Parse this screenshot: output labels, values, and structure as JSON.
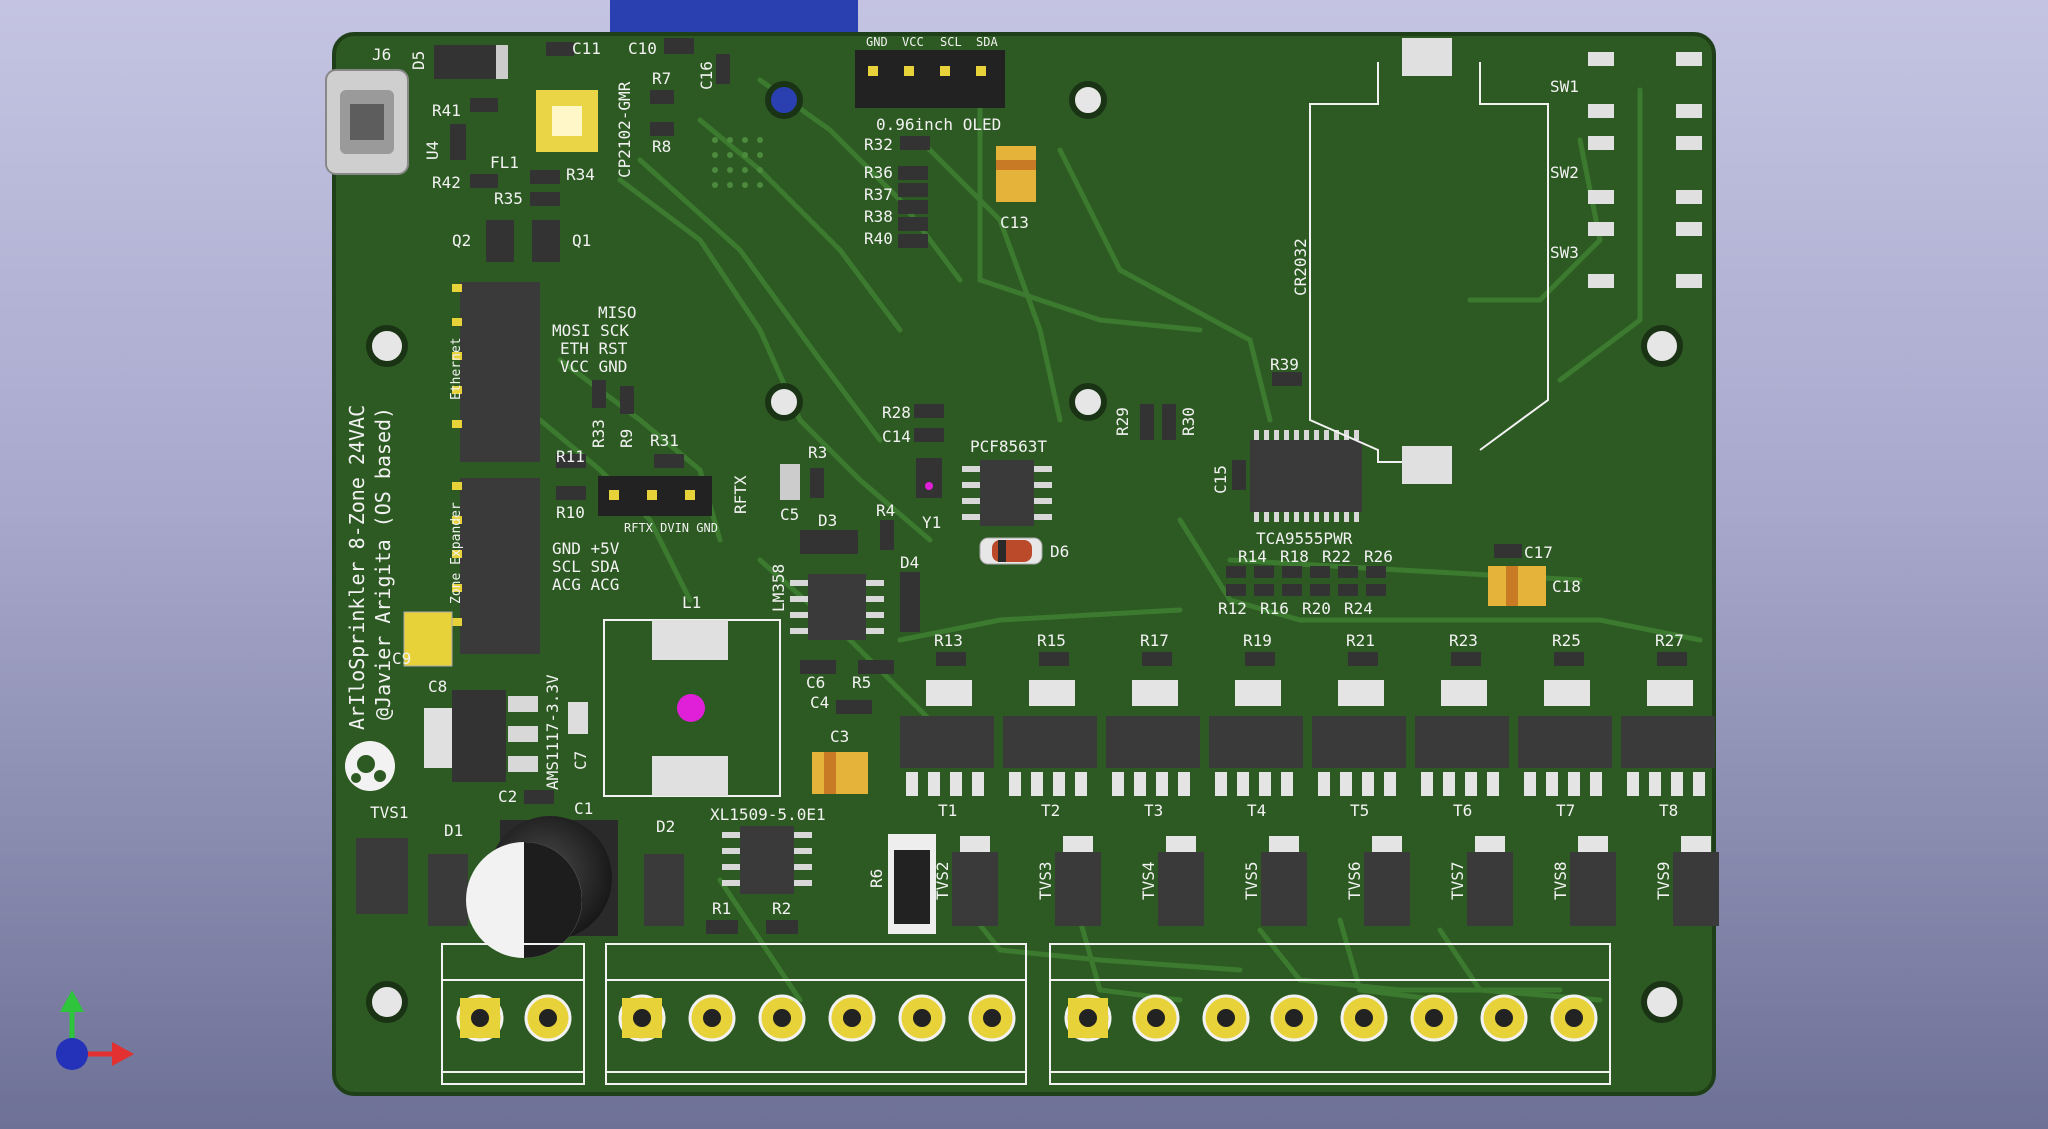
{
  "board": {
    "vertical_text_line1": "ArIloSprinkler 8-Zone 24VAC",
    "vertical_text_line2": "@Javier Arigita (OS based)"
  },
  "refs": {
    "J6": "J6",
    "D5": "D5",
    "C11": "C11",
    "C10": "C10",
    "C16": "C16",
    "R7": "R7",
    "R8": "R8",
    "R41": "R41",
    "R42": "R42",
    "U4": "U4",
    "FL1": "FL1",
    "R34": "R34",
    "R35": "R35",
    "CP2102": "CP2102-GMR",
    "Q1": "Q1",
    "Q2": "Q2",
    "R32": "R32",
    "R36": "R36",
    "R37": "R37",
    "R38": "R38",
    "R40": "R40",
    "C13": "C13",
    "R33": "R33",
    "R9": "R9",
    "R31": "R31",
    "R11": "R11",
    "R10": "R10",
    "R3": "R3",
    "C5": "C5",
    "R28": "R28",
    "C14": "C14",
    "R4": "R4",
    "D3": "D3",
    "D4": "D4",
    "PCF8563T": "PCF8563T",
    "Y1": "Y1",
    "D6": "D6",
    "LM358": "LM358",
    "C6": "C6",
    "R5": "R5",
    "C4": "C4",
    "C3": "C3",
    "L1": "L1",
    "R29": "R29",
    "R30": "R30",
    "C15": "C15",
    "R39": "R39",
    "TCA9555PWR": "TCA9555PWR",
    "R14": "R14",
    "R18": "R18",
    "R22": "R22",
    "R26": "R26",
    "R12": "R12",
    "R16": "R16",
    "R20": "R20",
    "R24": "R24",
    "C17": "C17",
    "C18": "C18",
    "CR2032": "CR2032",
    "SW1": "SW1",
    "SW2": "SW2",
    "SW3": "SW3",
    "C9": "C9",
    "C8": "C8",
    "C7": "C7",
    "C2": "C2",
    "C1": "C1",
    "AMS1117": "AMS1117-3.3V",
    "TVS1": "TVS1",
    "D1": "D1",
    "D2": "D2",
    "XL1509": "XL1509-5.0E1",
    "R1": "R1",
    "R2": "R2",
    "R6": "R6"
  },
  "oled": {
    "label": "0.96inch OLED",
    "pins": [
      "GND",
      "VCC",
      "SCL",
      "SDA"
    ]
  },
  "ethernet_header": {
    "label": "Ethernet",
    "rows": [
      "MOSI SCK",
      "ETH RST",
      "VCC GND"
    ],
    "top": "MISO"
  },
  "zone_expander_header": {
    "label": "Zone Expander",
    "rows": [
      "GND +5V",
      "SCL SDA",
      "ACG ACG"
    ]
  },
  "rftx_header": {
    "label": "RFTX",
    "pins_label": "RFTX DVIN GND"
  },
  "drive_stage": {
    "resistors": [
      "R13",
      "R15",
      "R17",
      "R19",
      "R21",
      "R23",
      "R25",
      "R27"
    ],
    "triacs": [
      "T1",
      "T2",
      "T3",
      "T4",
      "T5",
      "T6",
      "T7",
      "T8"
    ],
    "tvs": [
      "TVS2",
      "TVS3",
      "TVS4",
      "TVS5",
      "TVS6",
      "TVS7",
      "TVS8",
      "TVS9"
    ]
  },
  "colors": {
    "pcb": "#2d5a22",
    "pcb_edge": "#1f3f18",
    "trace": "#3c7a30",
    "silk": "#f2f2f2",
    "ic": "#3a3a3a",
    "pad": "#d8d8d8",
    "gold": "#e8d23a",
    "cap_tan": "#e6b33a",
    "magenta": "#e020d8",
    "usb_blue": "#2a3fb0"
  },
  "axes_icon": {
    "x_color": "#e33030",
    "y_color": "#2ec43b",
    "z_color": "#2332b8"
  }
}
